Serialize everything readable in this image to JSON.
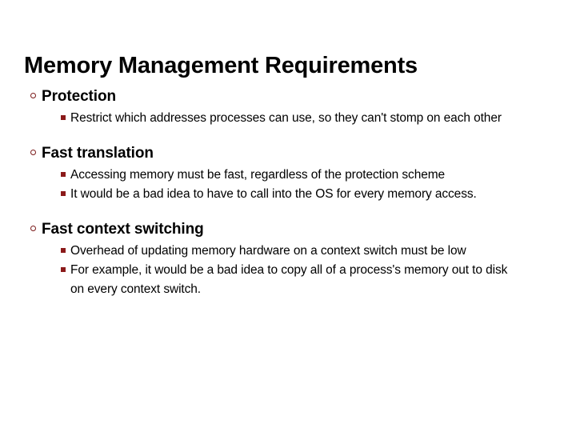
{
  "slide": {
    "title": "Memory Management Requirements",
    "background_color": "#FFFFFF",
    "title_color": "#000000",
    "bullet_level1_color": "#7B1A1A",
    "bullet_level2_color": "#8B1A1A",
    "body_text_color": "#000000",
    "bullet_level1_glyph": "hollow-circle-bullet-icon",
    "bullet_level2_glyph": "filled-square-bullet-icon",
    "groups": [
      {
        "heading": "Protection",
        "points": [
          "Restrict which addresses processes can use, so they can't stomp on each other"
        ]
      },
      {
        "heading": "Fast translation",
        "points": [
          "Accessing memory must be fast, regardless of the protection scheme",
          "It would be a bad idea to have to call into the OS for every memory access."
        ]
      },
      {
        "heading": "Fast context switching",
        "points": [
          "Overhead of updating memory hardware on a context switch must be low",
          "For example, it would be a bad idea to copy all of a process's memory out to disk on every context switch."
        ]
      }
    ]
  }
}
